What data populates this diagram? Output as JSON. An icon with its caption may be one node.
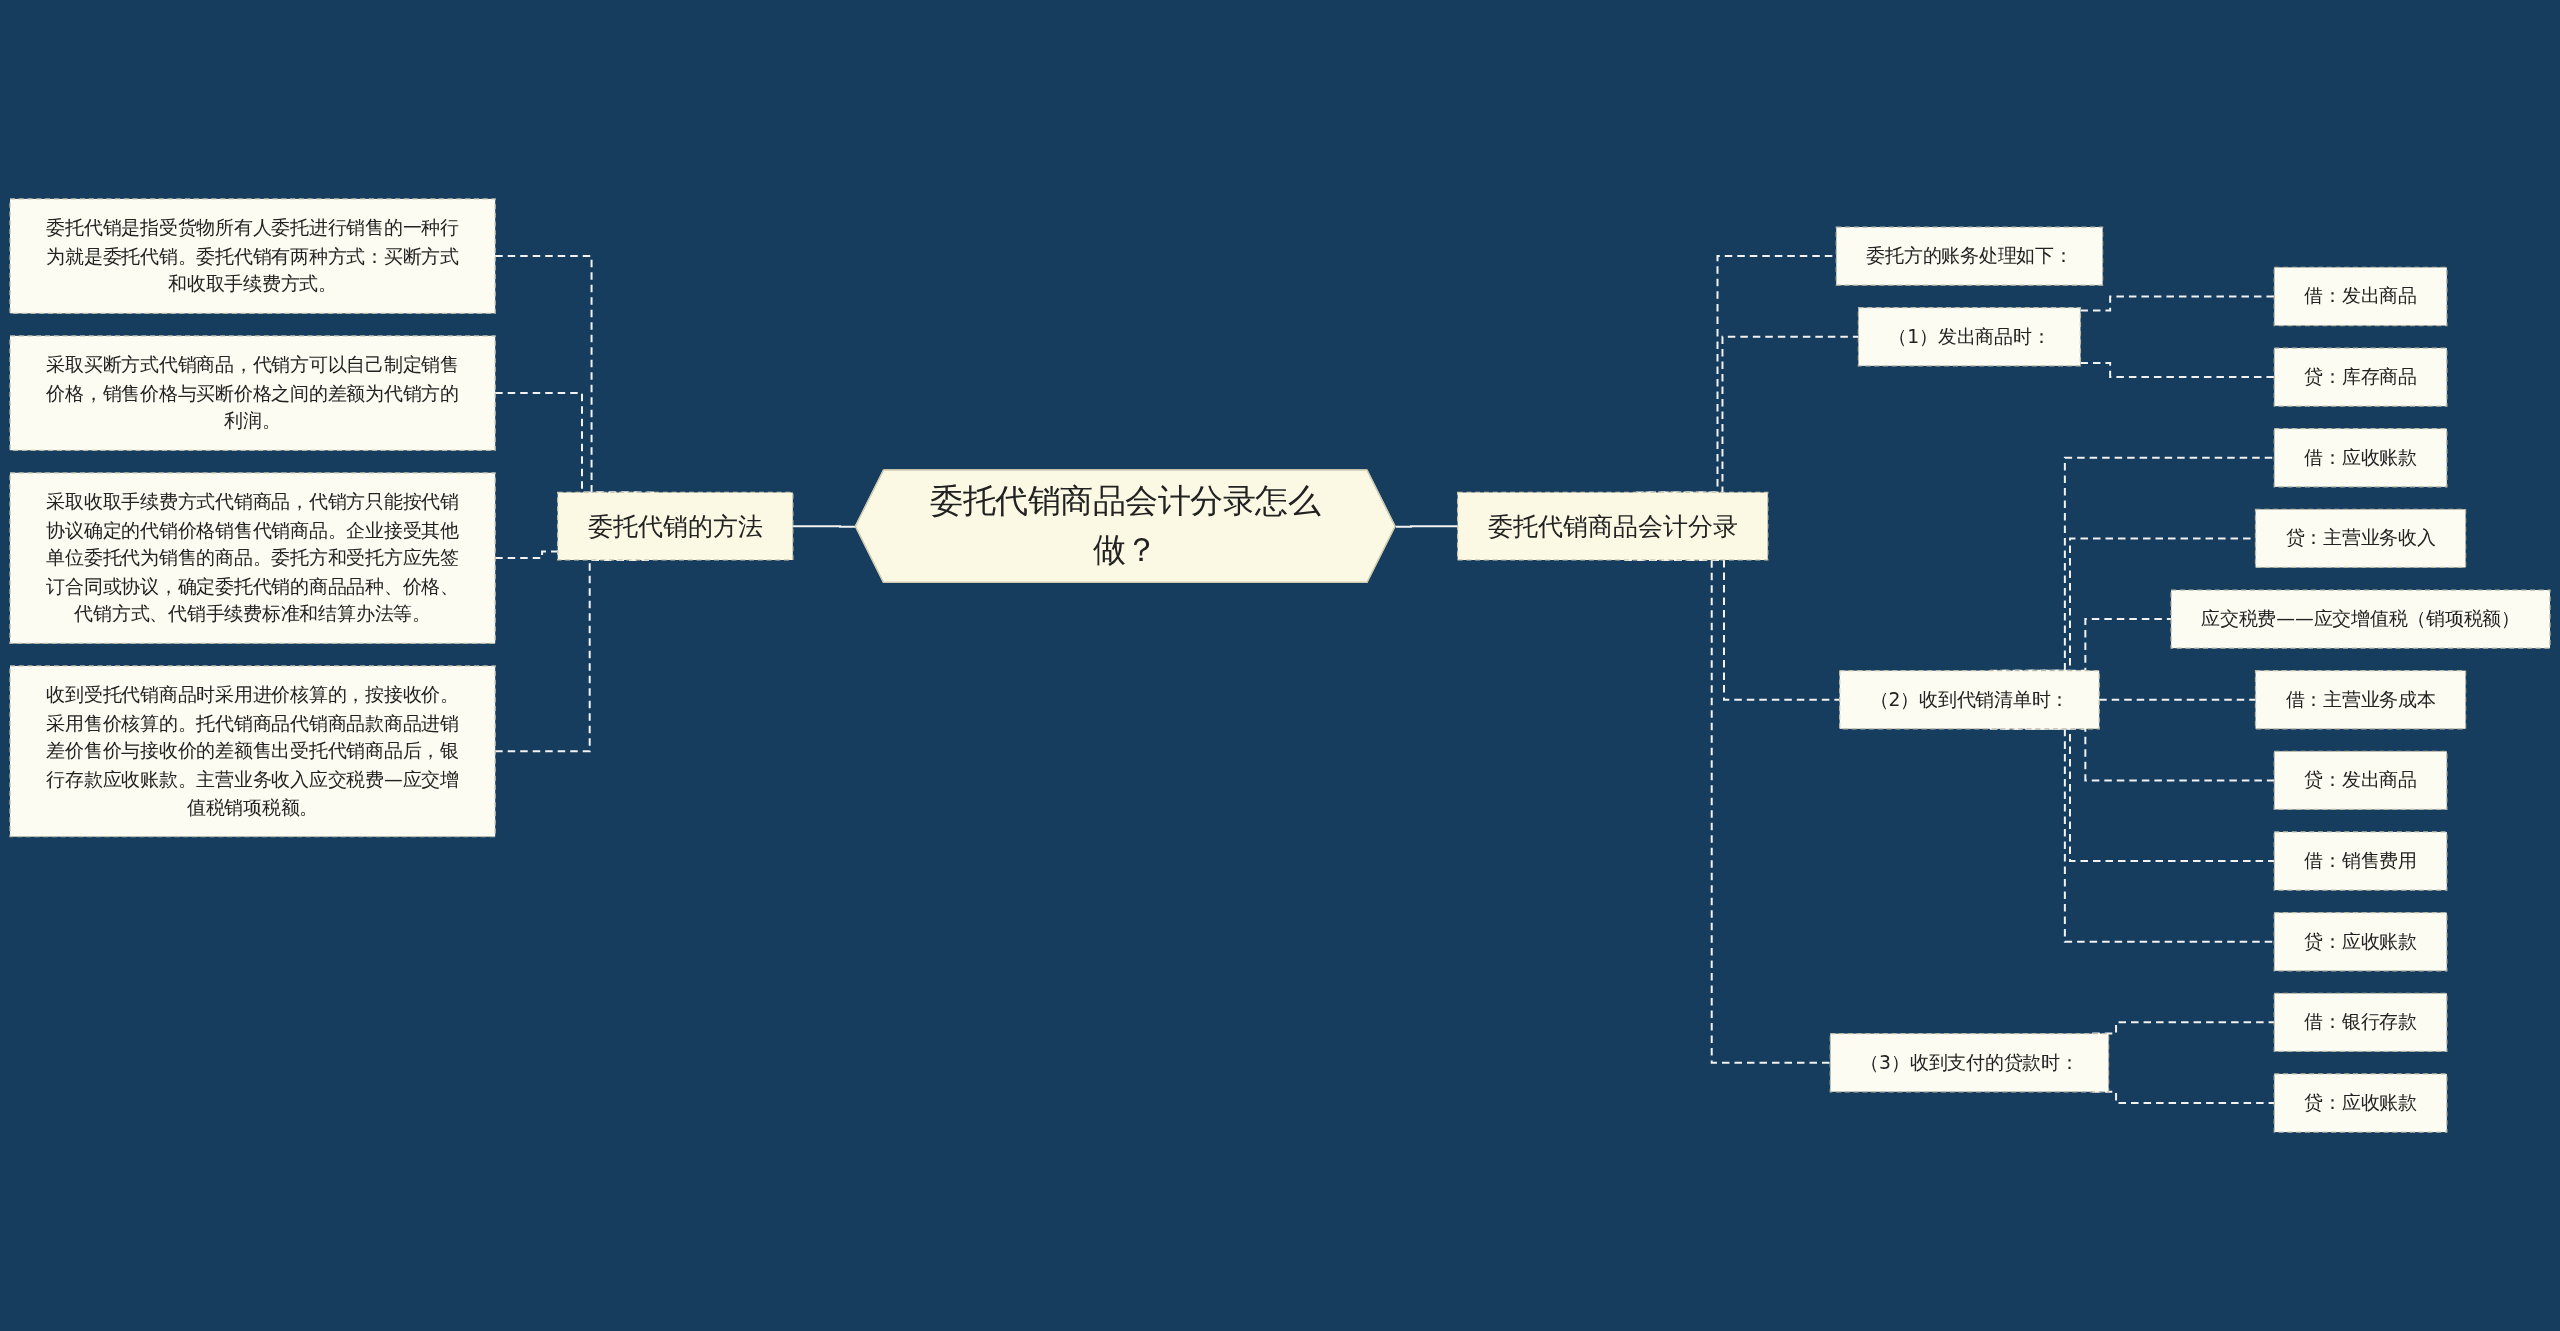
{
  "diagram": {
    "nodes": [
      {
        "text": [
          "委托代销商品会计分录怎么做？"
        ]
      },
      {
        "text": [
          "委托代销的方法"
        ]
      },
      {
        "text": [
          "委托代销是指受货物所有人委托进行销售的一种行为就是委托代销。委托代销有两种方式：买断方式和收取手续费方式。"
        ]
      },
      {
        "text": [
          "采取买断方式代销商品，代销方可以自己制定销售价格，销售价格与买断价格之间的差额为代销方的利润。"
        ]
      },
      {
        "text": [
          "采取收取手续费方式代销商品，代销方只能按代销协议确定的代销价格销售代销商品。企业接受其他单位委托代为销售的商品。委托方和受托方应先签订合同或协议，确定委托代销的商品品种、价格、代销方式、代销手续费标准和结算办法等。"
        ]
      },
      {
        "text": [
          "收到受托代销商品时采用进价核算的，按接收价。采用售价核算的。托代销商品代销商品款商品进销差价售价与接收价的差额售出受托代销商品后，银行存款应收账款。主营业务收入应交税费—应交增值税销项税额。"
        ]
      },
      {
        "text": [
          "委托代销商品会计分录"
        ]
      },
      {
        "text": [
          "委托方的账务处理如下："
        ]
      },
      {
        "text": [
          "（1）发出商品时："
        ]
      },
      {
        "text": [
          "借：发出商品"
        ]
      },
      {
        "text": [
          "贷：库存商品"
        ]
      },
      {
        "text": [
          "（2）收到代销清单时："
        ]
      },
      {
        "text": [
          "借：应收账款"
        ]
      },
      {
        "text": [
          "贷：主营业务收入"
        ]
      },
      {
        "text": [
          "应交税费——应交增值税（销项税额）"
        ]
      },
      {
        "text": [
          "借：主营业务成本"
        ]
      },
      {
        "text": [
          "贷：发出商品"
        ]
      },
      {
        "text": [
          "借：销售费用"
        ]
      },
      {
        "text": [
          "贷：应收账款"
        ]
      },
      {
        "text": [
          "（3）收到支付的贷款时："
        ]
      },
      {
        "text": [
          "借：银行存款"
        ]
      },
      {
        "text": [
          "贷：应收账款"
        ]
      }
    ],
    "edges": [
      {
        "from": 2,
        "to": 1,
        "arrow": "none",
        "style": "dashed"
      },
      {
        "from": 3,
        "to": 1,
        "arrow": "none",
        "style": "dashed"
      },
      {
        "from": 4,
        "to": 1,
        "arrow": "none",
        "style": "dashed"
      },
      {
        "from": 5,
        "to": 1,
        "arrow": "none",
        "style": "dashed"
      },
      {
        "from": 1,
        "to": 0,
        "arrow": "none"
      },
      {
        "from": 0,
        "to": 6,
        "arrow": "none"
      },
      {
        "from": 6,
        "to": 7,
        "arrow": "none",
        "style": "dashed"
      },
      {
        "from": 6,
        "to": 8,
        "arrow": "none",
        "style": "dashed"
      },
      {
        "from": 6,
        "to": 11,
        "arrow": "none",
        "style": "dashed"
      },
      {
        "from": 6,
        "to": 19,
        "arrow": "none",
        "style": "dashed"
      },
      {
        "from": 8,
        "to": 9,
        "arrow": "none",
        "style": "dashed"
      },
      {
        "from": 8,
        "to": 10,
        "arrow": "none",
        "style": "dashed"
      },
      {
        "from": 11,
        "to": 12,
        "arrow": "none",
        "style": "dashed"
      },
      {
        "from": 11,
        "to": 13,
        "arrow": "none",
        "style": "dashed"
      },
      {
        "from": 11,
        "to": 14,
        "arrow": "none",
        "style": "dashed"
      },
      {
        "from": 11,
        "to": 15,
        "arrow": "none",
        "style": "dashed"
      },
      {
        "from": 11,
        "to": 16,
        "arrow": "none",
        "style": "dashed"
      },
      {
        "from": 11,
        "to": 17,
        "arrow": "none",
        "style": "dashed"
      },
      {
        "from": 11,
        "to": 18,
        "arrow": "none",
        "style": "dashed"
      },
      {
        "from": 19,
        "to": 20,
        "arrow": "none",
        "style": "dashed"
      },
      {
        "from": 19,
        "to": 21,
        "arrow": "none",
        "style": "dashed"
      }
    ]
  }
}
